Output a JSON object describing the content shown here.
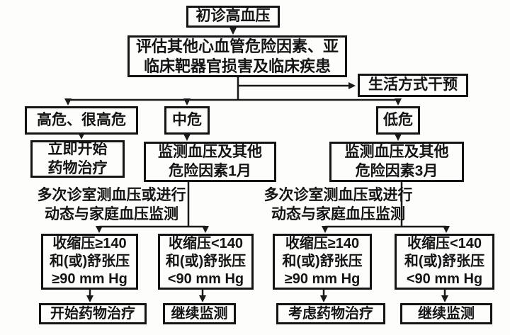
{
  "nodes": {
    "initial": {
      "lines": [
        "初诊高血压"
      ]
    },
    "assess": {
      "lines": [
        "评估其他心血管危险因素、亚",
        "临床靶器官损害及临床疾患"
      ]
    },
    "lifestyle": {
      "lines": [
        "生活方式干预"
      ]
    },
    "risk_high": {
      "lines": [
        "高危、很高危"
      ]
    },
    "risk_mid": {
      "lines": [
        "中危"
      ]
    },
    "risk_low": {
      "lines": [
        "低危"
      ]
    },
    "treat_now": {
      "lines": [
        "立即开始",
        "药物治疗"
      ]
    },
    "monitor_1m": {
      "lines": [
        "监测血压及其他",
        "危险因素1月"
      ]
    },
    "monitor_3m": {
      "lines": [
        "监测血压及其他",
        "危险因素3月"
      ]
    },
    "note_left": {
      "lines": [
        "多次诊室测血压或进行",
        "动态与家庭血压监测"
      ]
    },
    "note_right": {
      "lines": [
        "多次诊室测血压或进行",
        "动态与家庭血压监测"
      ]
    },
    "bp_mid_high": {
      "lines": [
        "收缩压≥140",
        "和(或)舒张压",
        "≥90 mm Hg"
      ]
    },
    "bp_mid_low": {
      "lines": [
        "收缩压<140",
        "和(或)舒张压",
        "<90 mm Hg"
      ]
    },
    "bp_low_high": {
      "lines": [
        "收缩压≥140",
        "和(或)舒张压",
        "≥90 mm Hg"
      ]
    },
    "bp_low_low": {
      "lines": [
        "收缩压<140",
        "和(或)舒张压",
        "<90 mm Hg"
      ]
    },
    "start_treatment": {
      "lines": [
        "开始药物治疗"
      ]
    },
    "continue_monitor_left": {
      "lines": [
        "继续监测"
      ]
    },
    "consider_treatment": {
      "lines": [
        "考虑药物治疗"
      ]
    },
    "continue_monitor_right": {
      "lines": [
        "继续监测"
      ]
    }
  },
  "colors": {
    "ink": "#1a1a1a",
    "background": "#fdfdfb"
  }
}
